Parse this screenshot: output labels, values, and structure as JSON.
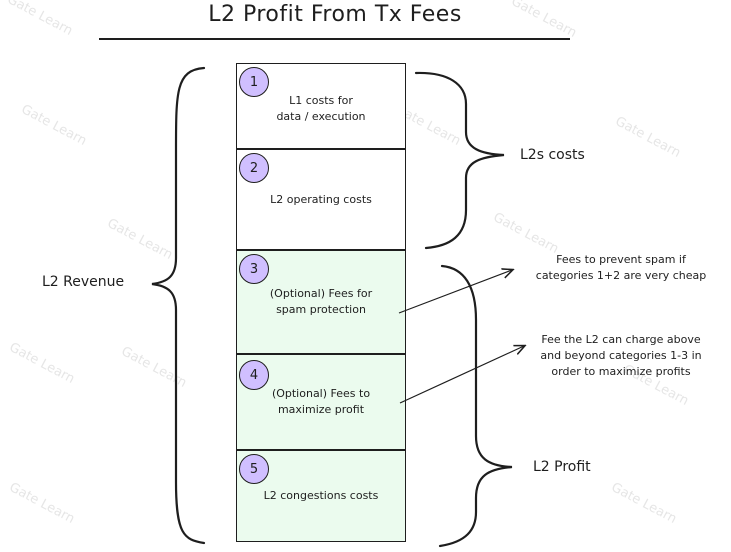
{
  "title": "L2 Profit From Tx Fees",
  "boxes": [
    {
      "number": "1",
      "label": "L1 costs for\ndata / execution"
    },
    {
      "number": "2",
      "label": "L2 operating costs"
    },
    {
      "number": "3",
      "label": "(Optional) Fees for\nspam protection"
    },
    {
      "number": "4",
      "label": "(Optional) Fees to\nmaximize profit"
    },
    {
      "number": "5",
      "label": "L2 congestions costs"
    }
  ],
  "labels": {
    "revenue": "L2 Revenue",
    "costs": "L2s costs",
    "profit": "L2 Profit"
  },
  "notes": {
    "spam": "Fees to prevent spam if\ncategories 1+2 are very cheap",
    "maximize": "Fee the L2 can charge above\nand beyond categories 1-3 in\norder to maximize profits"
  },
  "colors": {
    "cost_fill": "#ffffff",
    "profit_fill": "#ebfbee",
    "badge_fill": "#d0bfff",
    "stroke": "#1e1e1e"
  },
  "watermark": "Gate Learn"
}
